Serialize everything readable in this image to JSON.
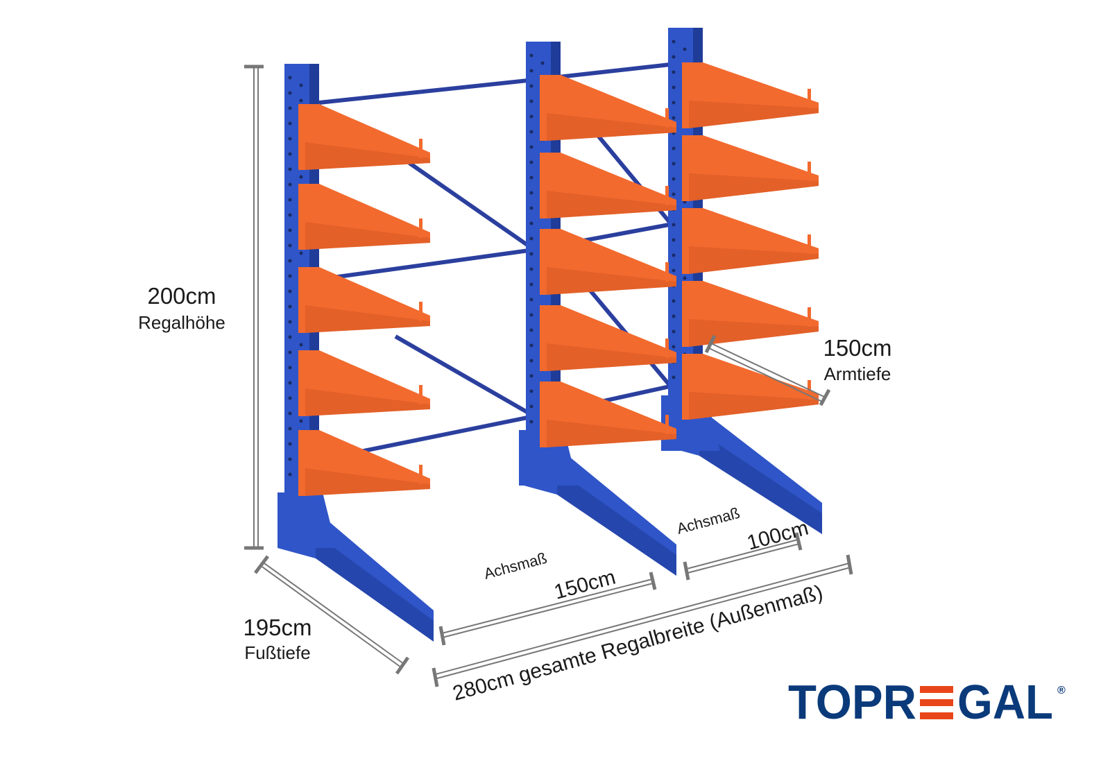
{
  "colors": {
    "upright": "#2f55c8",
    "upright_dark": "#1f3c99",
    "arm": "#f26a2e",
    "arm_dark": "#c94e1c",
    "brace": "#2b3f9e",
    "dim": "#777777",
    "logo_blue": "#0a3a7a",
    "logo_red": "#e8461a"
  },
  "dimensions": {
    "height": {
      "value": "200cm",
      "label": "Regalhöhe"
    },
    "foot": {
      "value": "195cm",
      "label": "Fußtiefe"
    },
    "arm": {
      "value": "150cm",
      "label": "Armtiefe"
    },
    "axis1": {
      "label": "Achsmaß",
      "value": "150cm"
    },
    "axis2": {
      "label": "Achsmaß",
      "value": "100cm"
    },
    "total": {
      "text": "280cm gesamte Regalbreite  (Außenmaß)"
    }
  },
  "logo": {
    "text_left": "TOPR",
    "text_right": "GAL",
    "registered": "®"
  },
  "rack": {
    "uprights": 3,
    "arms_per_upright": 5
  }
}
